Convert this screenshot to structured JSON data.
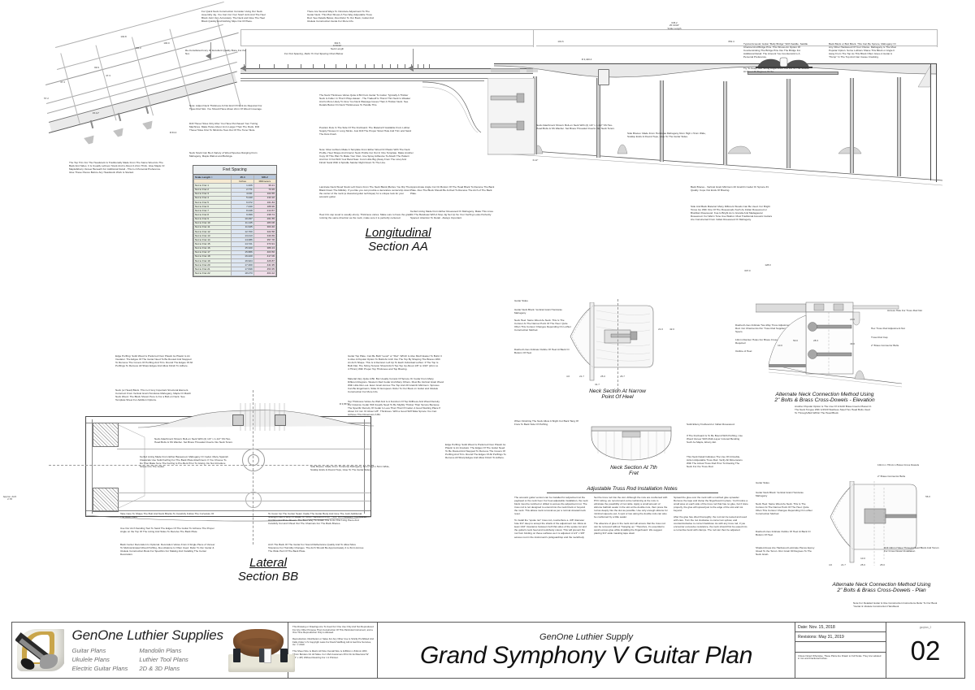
{
  "sheet": {
    "drawing_title": "Grand Symphony V Guitar Plan",
    "company_sub": "GenOne Luthier Supply",
    "sheet_number": "02",
    "sheet_code": "gsvplan_2"
  },
  "titleblock": {
    "brand": "GenOne Luthier Supplies",
    "plan_types_left": [
      "Guitar Plans",
      "Ukulele Plans",
      "Electric Guitar Plans"
    ],
    "plan_types_right": [
      "Mandolin Plans",
      "Luthier Tool Plans",
      "2D & 3D Plans"
    ],
    "copyright_paragraphs": [
      "This Drawing or Drawings Are To Used For One Use Only And Not Reproduced For Any Other Purpose Than Construction Of This Particular Instrument; and a One Time Reproduction Only is Allowed.",
      "Reproduction, Distribution or Sales For Any Other Use Is Strictly Prohibited And Falls Under U.S Copyright Laws For David VanBurg AIA & GenOne Services, Inc.  © 2019",
      "This Sheet Size Is Metric A0 Size Overall Size Is 1189mm x 841mm With 15mm Borders On All Sides.  For USA Customers Print On Architectural \"E\" (36\" x 48\") Without Resizing For 1:1 Printout."
    ],
    "date_label": "Date: Nov. 15, 2018",
    "revisions_label": "Revisions: May 31, 2019",
    "scale_note": "Unless Noted Otherwise, These Plans Are Drawn to Full Scale. They Are Labeled in mm and Fractional Inches."
  },
  "sections": [
    {
      "id": "longitudinal",
      "line1": "Longitudinal",
      "line2": "Section AA"
    },
    {
      "id": "lateral",
      "line1": "Lateral",
      "line2": "Section BB"
    }
  ],
  "detail_titles": {
    "neck_narrow": {
      "line1": "Neck Section At Narrow",
      "line2": "Point Of Heel"
    },
    "neck_7th": {
      "line1": "Neck Section At 7th",
      "line2": "Fret"
    },
    "alt_elevation": {
      "line1": "Alternate Neck Connection Method Using",
      "line2": "2\" Bolts & Brass Cross-Dowels - Elevation"
    },
    "alt_plan": {
      "line1": "Alternate Neck Connection Method Using",
      "line2": "2\" Bolts & Brass Cross-Dowels - Plan"
    }
  },
  "fret_table": {
    "title": "Fret Spacing",
    "header": {
      "label": "Scale Length =",
      "inches": "25.4",
      "mm": "645.2"
    },
    "units": {
      "inches": "Inches",
      "mm": "Millimeters"
    },
    "rows": [
      {
        "label": "Nut to Fret 1",
        "inches": "1.426",
        "mm": "36.21"
      },
      {
        "label": "Nut to Fret 2",
        "inches": "2.771",
        "mm": "70.39"
      },
      {
        "label": "Nut to Fret 3",
        "inches": "4.041",
        "mm": "102.65"
      },
      {
        "label": "Nut to Fret 4",
        "inches": "5.240",
        "mm": "133.10"
      },
      {
        "label": "Nut to Fret 5",
        "inches": "6.372",
        "mm": "161.84"
      },
      {
        "label": "Nut to Fret 6",
        "inches": "7.440",
        "mm": "188.96"
      },
      {
        "label": "Nut to Fret 7",
        "inches": "8.448",
        "mm": "214.57"
      },
      {
        "label": "Nut to Fret 8",
        "inches": "9.399",
        "mm": "238.74"
      },
      {
        "label": "Nut to Fret 9",
        "inches": "10.297",
        "mm": "261.55"
      },
      {
        "label": "Nut to Fret 10",
        "inches": "11.145",
        "mm": "283.08"
      },
      {
        "label": "Nut to Fret 11",
        "inches": "11.945",
        "mm": "303.40"
      },
      {
        "label": "Nut to Fret 12",
        "inches": "12.700",
        "mm": "322.58"
      },
      {
        "label": "Nut to Fret 13",
        "inches": "13.413",
        "mm": "340.69"
      },
      {
        "label": "Nut to Fret 14",
        "inches": "14.086",
        "mm": "357.78"
      },
      {
        "label": "Nut to Fret 15",
        "inches": "14.721",
        "mm": "373.91"
      },
      {
        "label": "Nut to Fret 16",
        "inches": "15.320",
        "mm": "389.13"
      },
      {
        "label": "Nut to Fret 17",
        "inches": "15.886",
        "mm": "403.50"
      },
      {
        "label": "Nut to Fret 18",
        "inches": "16.420",
        "mm": "417.06"
      },
      {
        "label": "Nut to Fret 19",
        "inches": "16.924",
        "mm": "429.87"
      },
      {
        "label": "Nut to Fret 20",
        "inches": "17.400",
        "mm": "441.95"
      },
      {
        "label": "Nut to Fret 21",
        "inches": "17.849",
        "mm": "453.35"
      },
      {
        "label": "Nut to Fret 22",
        "inches": "18.273",
        "mm": "464.12"
      }
    ]
  },
  "truss_notes": {
    "title": "Adjustable Truss Rod Installation Notes",
    "columns": [
      [
        "The acoustic guitar version can be installed for adjustment at the peghead or the neck heel. For heel-adjustable installation, the neck block must be notched or drilled to access the adjustment nut. The truss rod is not designed to extend into the neck block or beyond the neck. This allows neck removal as per a normal dovetail neck reset.",
        "To install the \"spoke nut\" truss rod, counterbore a -3/8\" diameter hole 3/4\" deep to accept the shank of the adjustment nut. Allow at least 1/16\" clearance between both flat sides of the spoke nut and the guitar's neck heel and neck/body cutout. This will prevent the nut from binding on these surfaces as it is adjusted. A 1/4\" x 3/8\" access rout in the instrument's pickguard/top and the neck/body"
      ],
      [
        "Set the truss rod into the slot. Although the nuts are cushioned with PVC tubing, we recommend extra cushioning at the nuts to eliminate the possibility of nut rattle. Apply a small amount of silicone bathtub sealer in the slot at the double nuts, then press the rod as deeply into the slot as possible. Use only enough silicone for minimal squeeze-out. A spot or two along the double rods can also be cushioned by a little sealer.",
        "The absence of glue in the neck slot will ensure that the truss rod can be removed without \"hanging up.\" Therefore, it's essential to avoid excess glue while installing the fingerboard. We suggest placing 3/4\"-wide masking tape down"
      ],
      [
        "Spread the glue over the neck with a notched glue spreader. Remove the tape and clamp the fingerboard in place. You'll notice a small area on each side of the truss rod that has no glue, but if done properly, the glue will spread just to the edge of the slot and not beyond.",
        "After the glue has dried thoroughly, the rod can be tested and used with care. Turn the nut clockwise to correct an upbow, and counterclockwise to correct backbow. As with any truss rod, if you encounter excessive resistance, the neck should first be eased into a corrective bend with clamps. The rod can then be adjusted."
      ]
    ]
  },
  "dimensions": {
    "scale_length": {
      "mm": "645.2",
      "inch": "25 13/32\"",
      "label": "Scale Length"
    },
    "neck_length": {
      "mm": "362.5",
      "inch": "14 9/32\"",
      "label": "Neck Length"
    },
    "upper": [
      "102.8",
      "100.0",
      "101.6",
      "652.4",
      "128.0",
      "607.0",
      "128.2"
    ],
    "headstock": [
      "196.3",
      "99.9",
      "47.3",
      "47.3",
      "57.2",
      "15.11°",
      "R 63.4"
    ],
    "radius_top": "R 3,420.4",
    "radius_back": "R 3,657.6",
    "angle_back": "6.12°",
    "neck_section_dims": [
      "4.6",
      "21.7",
      "25.0",
      "26.7",
      "31.7",
      "21.0",
      "50.0",
      "42.0"
    ],
    "alt_plan_dims": [
      "4.6",
      "21.7",
      "25.0",
      "25.0",
      "10.0",
      "50.0",
      "56.0"
    ],
    "alt_elev_dims": [
      "20.0",
      "43.0",
      "50.0",
      "28.3",
      "10.0"
    ]
  },
  "callouts": {
    "headstock": [
      "The Top Trim For The Headstock Is Traditionally Made From The Same Wood As The Back And Sides. It Is Usually Leftover Stock And Is About 2.2mm Thick. Glue Maple Or Maple/Ebony Veneer Beneath For Additional Detail - This Is A Personal Preference. Glue These Pieces Before Any Headstock Work Is Started.",
      "Re-Constituted Ivory Or Excellent Quality Bone For the Nut.",
      "Note: Adjust Neck Thickness At Nut End Of Neck As Required For Truss Rod Slot. You Should Have About 2mm Of Wood Coverage.",
      "Drill These Holes Only After You Have Purchased Your Tuning Machines. Make Holes About 1mm Larger Than The Rods. Drill These Holes First To Minimize Tear-Out Of The Tuner Slots.",
      "Neck Stock Can Be A Variety of Wood Species Ranging From Mahogany, Maple Walnut and Bubinga.",
      "For Fret Spacing, Refer To Fret Spacing Chart Below"
    ],
    "top_row": [
      "For Quick Neck Construction Consider Using Our Neck Assembly Jig. You Can Cut Your Scarf Joint And The Heel Block Joint Very Accurately. The Neck and Glue The Heel Block Quickly And Nothing Slips Out Of Place.",
      "There Are Several Ways To Introduce Adjustment To The Guitar Neck. This Plan Shows A Two Way Adjustable Truss Rod. See Details Below, Also Refer To Our Book, Guitar And Ukulele Construction Guide For More Info.",
      "Typical Acoustic Guitar \"Belly Bridge\" With Saddle, Saddle Channel And Bridge Pins. This Shows An Option Of Countersinking The Bridge Pins Into The Bridge For Additional Detail. The Amount You Countersink Is A Personal Preference.",
      "Try To Keep Your String Angle From The Pin To The Saddle At About 20 Degrees Or So.",
      "Back Block or Butt Block. This Can Be Spruce, Mahogany Or Any Other Hardwood Of Your Choice. Mahogany Is The Most Popular Option. Some Luthiers Shave This Block or Angle It Away From The Top As This Block Often Gives A Guitar A \"Hump\" In The Top And Can Cause Cracking."
    ],
    "mid_left": [
      "The Neck Thickness Varies Quite A Bit From Guitar To Guitar. Typically A Thicker Neck Is Fuller. In That It Plays Easier - The Tradeoff Is That A Thin Neck Is Weaker And Is More Likely To Give You Neck Warpage Issues Than A Thicker Neck. See Details Below On Neck Thicknesses To Handle This.",
      "Position Dots In The Side Of The Fretboard. The Material If Available From Luthier Supply Houses In Long Sticks. Just Drill The Proper Sized Hole And Trim and Sand The Dots Flush.",
      "Note: Most Luthiers Make A Template From Either Wood Or Plastic With The Neck Profile, Heel Shape And Interior Neck Profile Cut Out In One Template. Make Another Copy Of This Plan To Make Your Own. Use Spray Adhesive To Attach The Pattern And Cut It Out With Your Band Saw. Cut A Little Big (Away From The Line) And Finish Sand With A Spindle Sander Right Down To The Line.",
      "Laminate Neck Wood Stock Left Overs From The Neck Blank (Before You Rip The Blank Down The Middle). If you like you can provide a decorative centerstrip down the center of the neck (a classical guitar technique) for a unique look for your acoustic guitar.",
      "Heel trim cap wood is usually ebony. Thickness varies. Make sure to have the grain running the same direction as the neck, make sure it is perfectly centered."
    ],
    "mid_right": [
      "Neck Attachment Shown: Bolt-on Neck With (2) 1/4\" x 1-1/2\" SS Hex-Head Bolts & SS Washer. Set Brass Threaded Inserts Into Neck Tenon.",
      "Side Braces: Made From Honduras Mahogany 6mm High x 5mm Wide, Scallop Ends & Round Tops, Glue To The Guitar Sides.",
      "Approximate Angle Cut On Bottom Of The Head Block To Receive The Back Plate. Also The Block Should Be Arched To Receive The Arch of The Back Plate.",
      "Back Braces - Vertical Grain Minimum 20 Grain/In Cedar Or Spruce #1 Quality. Cope Out Ends Of Bracing.",
      "Side And Back Material: Many Different Woods Can Be Used. For Bright Tones Go With One Of The Rosewoods Such As Indian Rosewood or Brazilian Rosewood. Koa Is Bright As Is Granda And Madagascar Rosewood. For Warm Tone Use Walnut. Most Traditional Acoustic Guitars Are Constructed From Indian Rosewood Or Mahogany.",
      "Kerfed Lining Made From Either Rosewood Or Mahogany. Make This Lines On The Bandsaw With A Stop Jig Set Up So Your Kerfing Looks Perfectly Spaced. Attention To Detail - Always Important."
    ],
    "lateral": [
      "Edge Purfling: Solid Wood Is Preferred Over Plastic As Plastic Is An Insulator. The Edges Of The Guitar Need To Be Routed And Stepped To Remove The Covers Of Purfling And Trim. Round The Edges Of All Purflings To Remove All Sharp Edges And Allow Finish To Adhere.",
      "Neck (or Head) Block. This Is A Very Important Structural Element. Construct From Vertical Grain Honduras Mahogany, Maple Or Match Neck Wood. The Block Shown Here Is For a Bolt-on Neck. See Template Sheet For Addition Options.",
      "Kerfed Lining Made From Either Basswood, Mahogany Or Cedar. Many Spanish Classicals Use Solid Kerfing For The Back Plate Attachment. If You Choose To Do That Make Sure The Kerfing Is Pre-Bent Prior To Gluing. Do Not Introduce Stress Into The Guitar.",
      "Take Care To Shape The Butt And Neck Blocks To Carefully Follow The Curvature Of The Back Plate.",
      "Use Our Arch Sanding Tool To Sand The Edges Of The Guitar To Achieve The Proper Angle on the Top Of The Lining And Sides To Receive The Back Plate.",
      "Back Center Decoration Is Optional. Decoration Varies From A Single Piece of Veneer To Multi-laminated Wood Purfling. Also Abalone Is Often Used. Refer To Our Guitar & Ukulele Construction Book For Specifics For Making And Installing The Center Decoration.",
      "To Cover Up The Center Seam Inside The Guitar Body And Give The Joint Additional Strength Use A Strip Of Maple Or Other Hardwood 2mm Thick. Run Between The Braces And Round-Off As Shown. The Best Way To Install This Is As One Long Piece And Carefully Cut and Chisel Out The Channels For The Back Braces.",
      "Arch The Back Of The Guitar For Sound Reflectance Quality And To Allow More Tolerance For Humidity Changes. The Arch Should Be Approximately 4 to 6mm Across The Wide Part Of The Back Plate.",
      "Guitar Top Plate. Can Be Built \"Level\" or \"Flat\". Which Is Also Much Easier To Build. It Is Also A Popular Option To Build An Arch Into The Top By Shaping The Braces With An Arch Shape. This Is A Decision Left Up To Each Individual Luthier. If The Top Is Built Flat, The String Tension Should Arch Top Top Up About 1/8\" to 3/16\" (2mm to 4.75mm) With Proper Top Thickness and Top Bracing.",
      "Material Vary Quite A Bit. But Usually Consist Of Spruce Or Cedar From Many Different Regions. Western Red Cedar And Many Others. Must Be Vertical Grain Wood With Little Run-out. Even Grain Across The Top And 20 Grain/In Minimum. Spruces Can Be Engelmann, Sitka Or European. Refer To Our Book on Guitar and Ukulele Construction For More Info.",
      "Top Thickness Varies As Well And Is A Function Of Top Stiffness And Wood Density. For Instance Cedar Will Usually Need To Be Slightly Thicker Than Spruce Because The Specific Density Of Cedar Is Less Than That Of Cedar. A Good Starting Place If About 3.2 mm Or About 1/8\". Thickness. With a Good Stiff Sitka Spruce You Can Achieve This Dimension A Bit.",
      "Edge Purfling: Solid Wood Is Preferred Over Plastic As Plastic Is An Insulator. The Edges Of The Guitar Need To Be Routed And Stepped To Remove The Covers Of Purfling And Trim. Round The Edges Of All Purflings To Remove All Sharp Edges And Allow Finish To Adhere.",
      "Side Braces: Made From Honduras Mahogany, 6mm High x 5mm Wide, Scallop Ends & Round Tops, Glue To The Guitar Sides."
    ],
    "neck_sections": [
      "Guitar Sides",
      "Guitar Neck Block: Vertical Grain Honduras Mahogany",
      "Neck Heel: Same Wood As Neck. This Is The Contour At The Narrow Point Of The Heel. Quite Often This Contour Changes Depending On Luthier Construction Method.",
      "Dashed Lines Indicate Outline Of Heel At Back Or Bottom Of Heel.",
      "Dashed Lines Indicate Two-Way Truss Adjustment Rod. Cut Channel As Per Truss Rod Suppliers Specs.",
      "10mm Diamter Holes For Brass Cross Dowels - 2 Required",
      "Outline of Heel"
    ],
    "seventh_fret": [
      "When Finishing The Neck Allow A Slight Cut Back Tang Of Frets To Back Side Of Purfling.",
      "Solid Ebony Fretboard or Indian Rosewood.",
      "If The Fretboard Is To Be Bound With Purfling, Use Wood Veneer With Multi-Layer Colored Bending Such As Maple, Ebony Etc.",
      "This Neck Detail Indicates The Use Of A Double-Action Adjustable Truss Rod. Verify All Dimensions With The Actual Truss Rod Prior To Routing The Neck For the Truss Rod."
    ],
    "alt_elevation": [
      "Access Hole For Truss Rod Nut",
      "Hex Truss Rod Adjustment Nut",
      "Truss Rod Cap",
      "2\" Brass Connector Bolts",
      "Another Popular Option Is The Use Of 1/4x20 Brass Inserts Placed In The Neck Tongue With 1/4X20 Stainless Steel Hex Head Bolts Used To Through-Bolt Within The Head Block"
    ],
    "alt_plan": [
      "10mm x 76mm L Brass Cross Dowels",
      "2\" Brass Connector Bolts",
      "Shaded Areas Are Hardwood Laminate Pieces Epoxy Glued To the Tenon. Run Grain 90 Degrees To The Neck Grain.",
      "Drill 10mm Holes Through Head Block And Tenon For Cross Dowel Installation",
      "Note For Detailed Guitar & Uke Construction Instructions Refer To Our Book \"Guitar & Ukulele Construction Handbook"
    ]
  }
}
